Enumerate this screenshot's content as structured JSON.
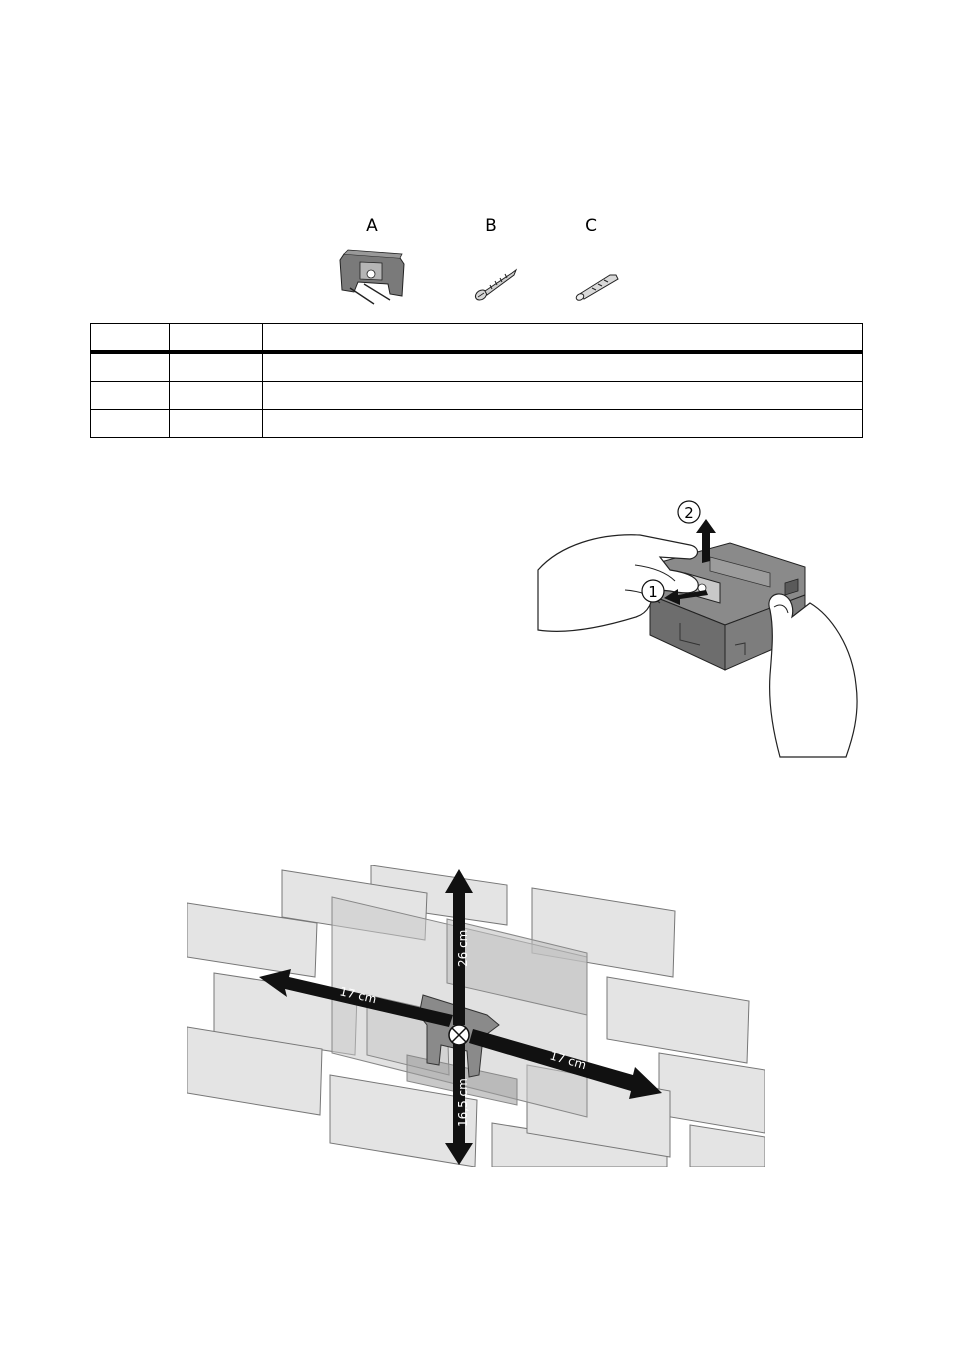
{
  "parts": {
    "a_label": "A",
    "b_label": "B",
    "c_label": "C"
  },
  "table": {
    "rows": [
      [
        "",
        "",
        ""
      ],
      [
        "",
        "",
        ""
      ],
      [
        "",
        "",
        ""
      ],
      [
        "",
        "",
        ""
      ]
    ]
  },
  "figure_removal": {
    "step1_label": "1",
    "step2_label": "2"
  },
  "figure_drilling": {
    "dim_left": "17 cm",
    "dim_right": "17 cm",
    "dim_up": "26 cm",
    "dim_down": "16,5 cm"
  }
}
